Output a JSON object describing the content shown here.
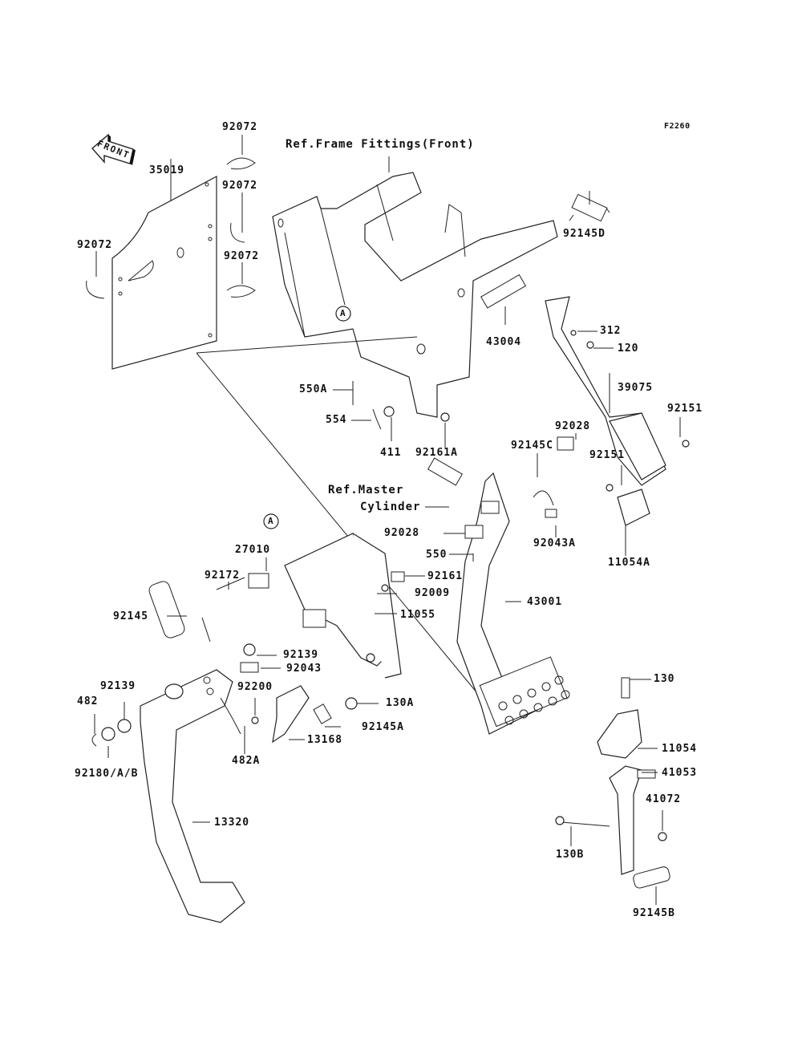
{
  "diagram": {
    "figure_code": "F2260",
    "front_arrow": "FRONT",
    "references": {
      "frame_fittings": "Ref.Frame Fittings(Front)",
      "master_cylinder_line1": "Ref.Master",
      "master_cylinder_line2": "Cylinder"
    },
    "markers": {
      "a1": "A",
      "a2": "A"
    },
    "parts": {
      "p92072_top": "92072",
      "p35019": "35019",
      "p92072_mid": "92072",
      "p92072_left": "92072",
      "p92072_low": "92072",
      "p92145D": "92145D",
      "p312": "312",
      "p120": "120",
      "p43004": "43004",
      "p550A": "550A",
      "p554": "554",
      "p411": "411",
      "p92161A": "92161A",
      "p39075": "39075",
      "p92151_right": "92151",
      "p92028_top": "92028",
      "p92145C": "92145C",
      "p92151_left": "92151",
      "p92028_mid": "92028",
      "p92043A": "92043A",
      "p550": "550",
      "p11054A": "11054A",
      "p27010": "27010",
      "p92172": "92172",
      "p92161": "92161",
      "p92009": "92009",
      "p11055": "11055",
      "p43001": "43001",
      "p92145": "92145",
      "p92139_right": "92139",
      "p92043": "92043",
      "p92139_left": "92139",
      "p482": "482",
      "p92200": "92200",
      "p130A": "130A",
      "p92145A": "92145A",
      "p92180": "92180/A/B",
      "p13168": "13168",
      "p482A": "482A",
      "p130": "130",
      "p11054": "11054",
      "p41053": "41053",
      "p41072": "41072",
      "p130B": "130B",
      "p13320": "13320",
      "p92145B": "92145B"
    }
  }
}
